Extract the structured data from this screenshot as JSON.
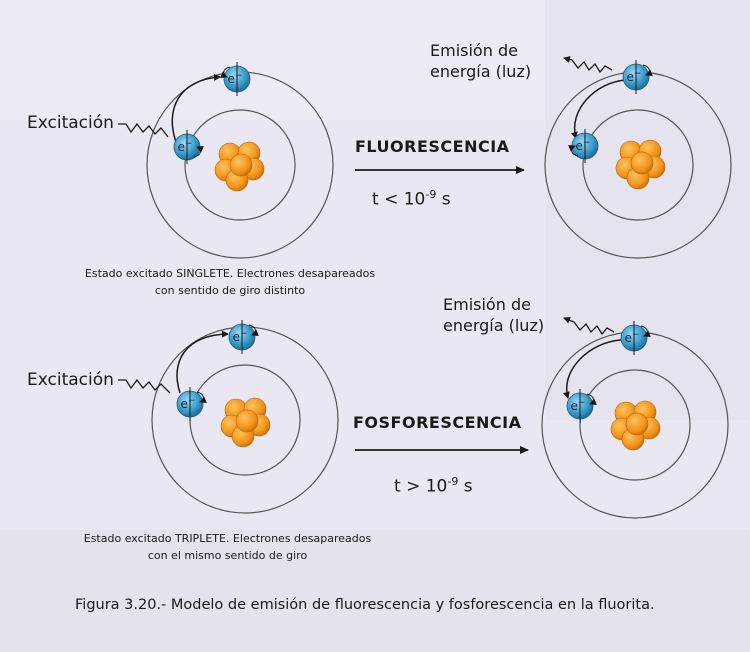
{
  "colors": {
    "paper": "#e9e7f1",
    "electron": "#3fa0cf",
    "nucleus": "#f0921a",
    "orbit": "#555555",
    "ink": "#1a1a1a"
  },
  "electron_label": "e",
  "electron_sign": "−",
  "top": {
    "excitation_label": "Excitación",
    "emission_line1": "Emisión de",
    "emission_line2": "energía (luz)",
    "process_label": "FLUORESCENCIA",
    "time_prefix": "t < 10",
    "time_exp": "-9",
    "time_unit": " s",
    "caption_line1": "Estado excitado SINGLETE. Electrones desapareados",
    "caption_line2": "con sentido de giro distinto"
  },
  "bottom": {
    "excitation_label": "Excitación",
    "emission_line1": "Emisión de",
    "emission_line2": "energía (luz)",
    "process_label": "FOSFORESCENCIA",
    "time_prefix": "t > 10",
    "time_exp": "-9",
    "time_unit": " s",
    "caption_line1": "Estado excitado TRIPLETE. Electrones desapareados",
    "caption_line2": "con el mismo sentido de giro"
  },
  "figure_caption": "Figura 3.20.- Modelo de emisión de fluorescencia y fosforescencia en la fluorita."
}
